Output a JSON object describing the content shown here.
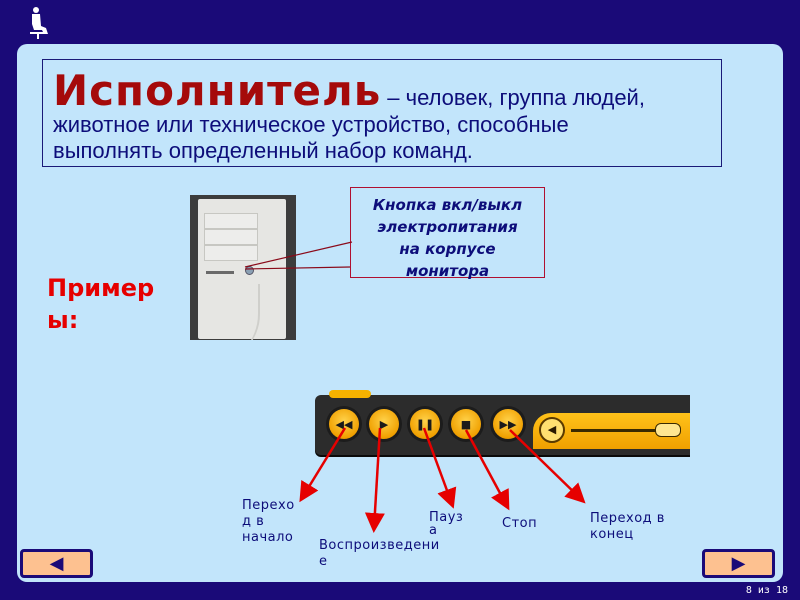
{
  "slide": {
    "logo_icon": "seated-person-icon",
    "definition": {
      "term": "Исполнитель",
      "line1": "– человек, группа людей,",
      "line2": "животное или техническое устройство, способные",
      "line3": "выполнять определенный набор команд."
    },
    "examples_label_1": "Пример",
    "examples_label_2": "ы:",
    "callout": {
      "line1": "Кнопка вкл/выкл",
      "line2": "электропитания",
      "line3": "на корпусе",
      "line4": "монитора"
    },
    "player": {
      "buttons": [
        {
          "icon": "rewind-icon",
          "glyph": "◀◀"
        },
        {
          "icon": "play-icon",
          "glyph": "▶"
        },
        {
          "icon": "pause-icon",
          "glyph": "❚❚"
        },
        {
          "icon": "stop-icon",
          "glyph": "■"
        },
        {
          "icon": "fast-forward-icon",
          "glyph": "▶▶"
        }
      ],
      "speaker_glyph": "◀"
    },
    "labels": {
      "start_1": "Перехо",
      "start_2": "д в",
      "start_3": "начало",
      "play_1": "Воспроизведени",
      "play_2": "е",
      "pause_1": "Пауз",
      "pause_2": "а",
      "stop": "Стоп",
      "end_1": "Переход в",
      "end_2": "конец"
    },
    "colors": {
      "background": "#1a0a78",
      "panel": "#c2e5fb",
      "term": "#a50a0a",
      "text": "#0d0d7a",
      "examples": "#e60000",
      "arrows": "#e60000",
      "nav_button": "#fdc190"
    }
  },
  "navigation": {
    "prev_glyph": "◀",
    "next_glyph": "▶",
    "page_indicator": "8 из 18"
  }
}
